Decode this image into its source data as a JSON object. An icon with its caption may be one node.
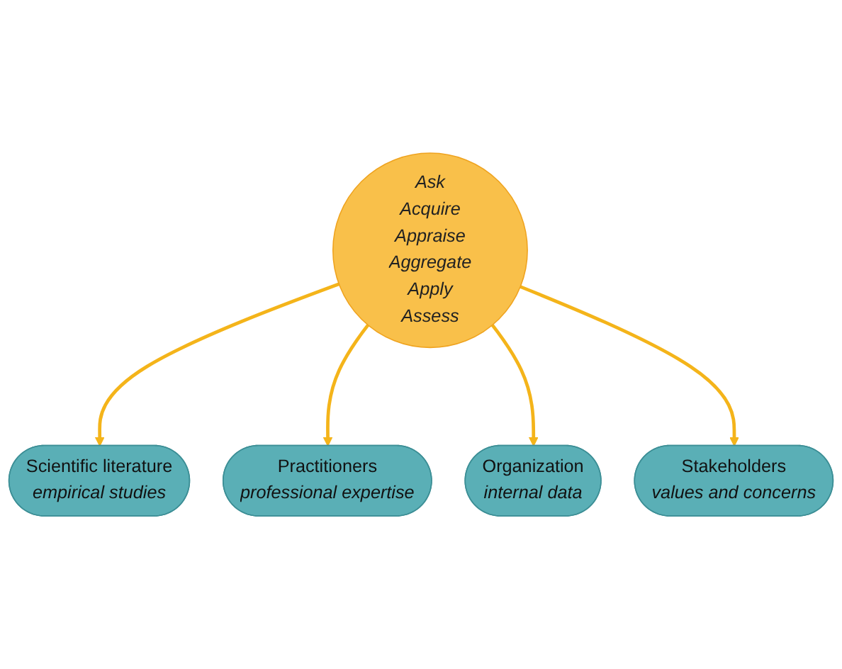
{
  "diagram": {
    "nodes": [
      {
        "text": [
          "Scientific literature",
          "empirical studies"
        ]
      },
      {
        "text": [
          "Practitioners",
          "professional expertise"
        ]
      },
      {
        "text": [
          "Ask",
          "Acquire",
          "Appraise",
          "Aggregate",
          "Apply",
          "Assess"
        ]
      },
      {
        "text": [
          "Organization",
          "internal data"
        ]
      },
      {
        "text": [
          "Stakeholders",
          "values and concerns"
        ]
      }
    ],
    "edges": [
      {
        "from": 2,
        "to": 0,
        "arrow": "to"
      },
      {
        "from": 2,
        "to": 1,
        "arrow": "to"
      },
      {
        "from": 2,
        "to": 3,
        "arrow": "to"
      },
      {
        "from": 2,
        "to": 4,
        "arrow": "to"
      }
    ]
  }
}
